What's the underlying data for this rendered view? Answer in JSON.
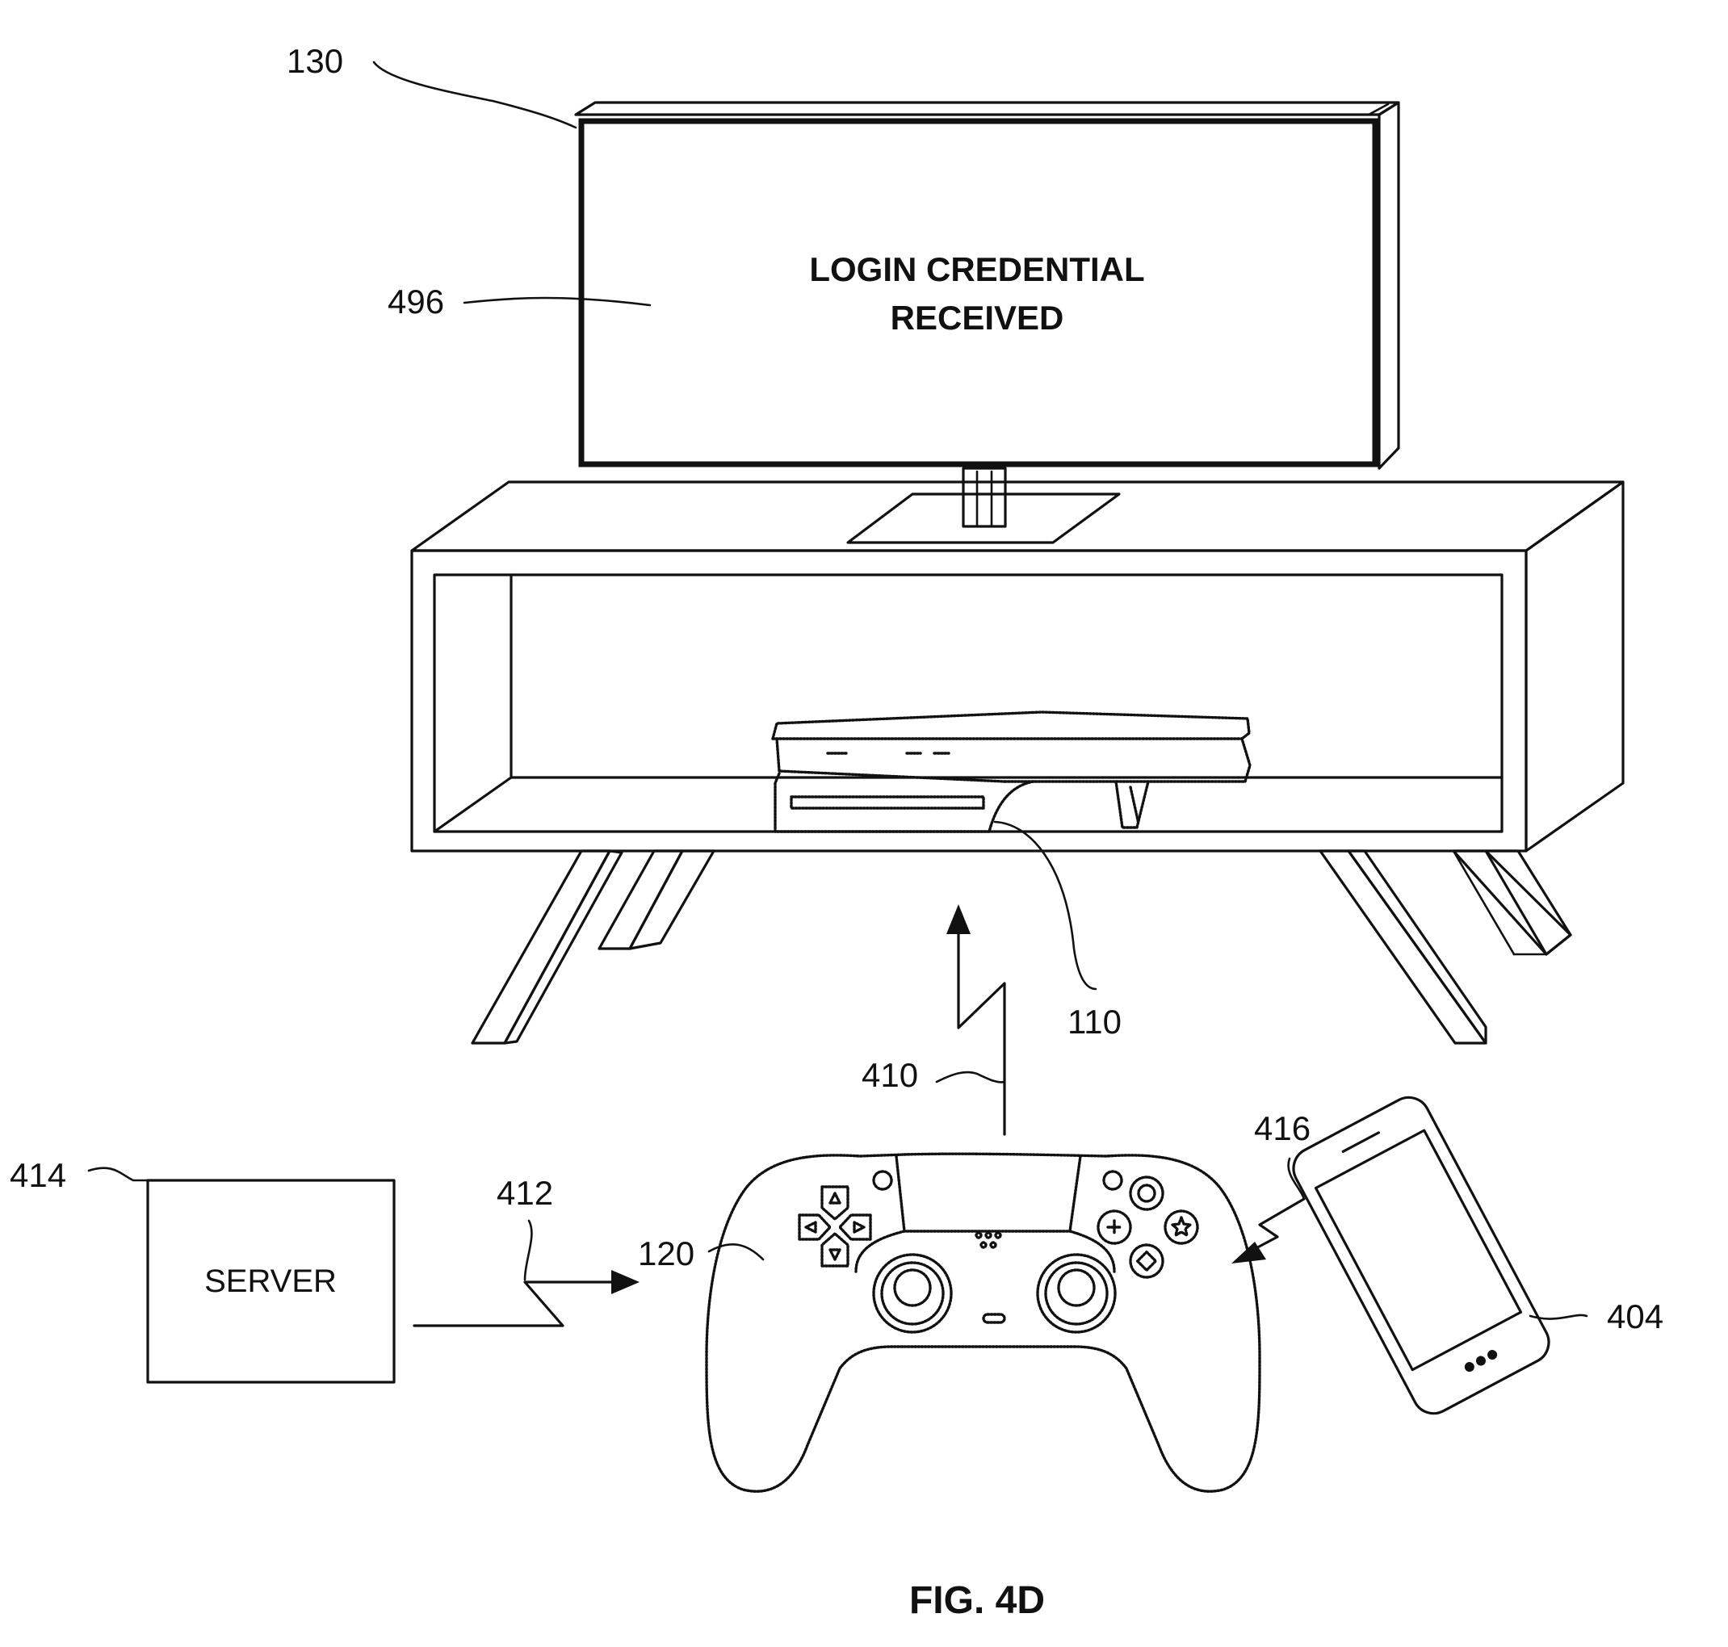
{
  "figure": {
    "caption": "FIG. 4D",
    "screen_text": {
      "line1": "LOGIN CREDENTIAL",
      "line2": "RECEIVED"
    },
    "server_label": "SERVER",
    "reference_numerals": {
      "display": "130",
      "display_message": "496",
      "console": "110",
      "controller": "120",
      "signal_to_console": "410",
      "signal_from_server": "412",
      "server": "414",
      "signal_from_phone": "416",
      "phone": "404"
    }
  }
}
